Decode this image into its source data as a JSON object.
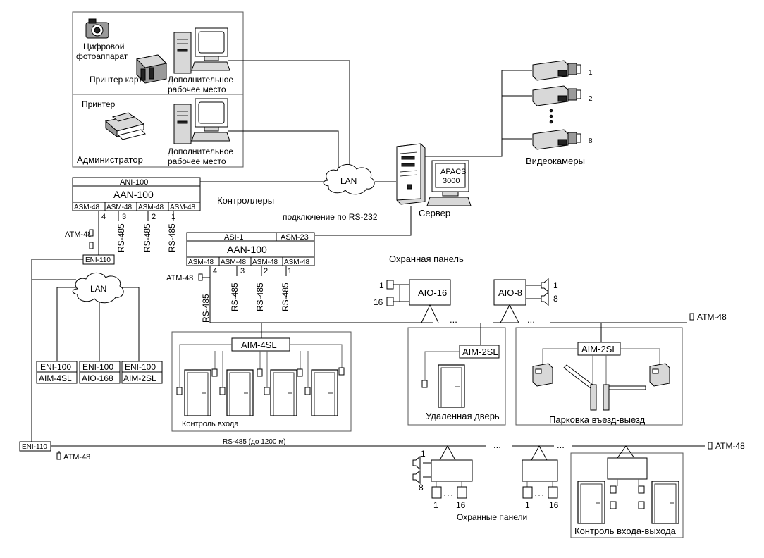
{
  "workstations": {
    "camera_label_1": "Цифровой",
    "camera_label_2": "фотоаппарат",
    "card_printer": "Принтер карт",
    "ws1_label_1": "Дополнительное",
    "ws1_label_2": "рабочее место",
    "printer": "Принтер",
    "admin": "Администратор",
    "ws2_label_1": "Дополнительное",
    "ws2_label_2": "рабочее место"
  },
  "network": {
    "lan": "LAN",
    "lan2": "LAN",
    "server": "Сервер",
    "apacs_1": "APACS",
    "apacs_2": "3000",
    "rs232": "подключение по RS-232",
    "controllers": "Контроллеры"
  },
  "cameras": {
    "label": "Видеокамеры",
    "n1": "1",
    "n2": "2",
    "n8": "8"
  },
  "controller1": {
    "ani": "ANI-100",
    "aan": "AAN-100",
    "asm": [
      "ASM-48",
      "ASM-48",
      "ASM-48",
      "ASM-48"
    ],
    "ports": [
      "4",
      "3",
      "2",
      "1"
    ],
    "rs485": [
      "RS-485",
      "RS-485",
      "RS-485"
    ],
    "atm": "ATM-48",
    "eni": "ENI-110"
  },
  "controller2": {
    "asi": "ASI-1",
    "asm23": "ASM-23",
    "aan": "AAN-100",
    "asm": [
      "ASM-48",
      "ASM-48",
      "ASM-48",
      "ASM-48"
    ],
    "ports": [
      "4",
      "3",
      "2",
      "1"
    ],
    "rs485": [
      "RS-485",
      "RS-485",
      "RS-485",
      "RS-485"
    ],
    "atm": "ATM-48"
  },
  "eni_modules": [
    {
      "top": "ENI-100",
      "bottom": "AIM-4SL"
    },
    {
      "top": "ENI-100",
      "bottom": "AIO-168"
    },
    {
      "top": "ENI-100",
      "bottom": "AIM-2SL"
    }
  ],
  "security_panel": {
    "title": "Охранная панель",
    "aio16": "AIO-16",
    "aio8": "AIO-8",
    "n1": "1",
    "n16": "16",
    "s1": "1",
    "s8": "8",
    "dots1": "...",
    "dots2": "...",
    "atm": "ATM-48"
  },
  "zones": {
    "aim4sl": "AIM-4SL",
    "entry_control": "Контроль входа",
    "aim2sl_a": "AIM-2SL",
    "remote_door": "Удаленная дверь",
    "aim2sl_b": "AIM-2SL",
    "parking": "Парковка въезд-выезд"
  },
  "bottom": {
    "eni110": "ENI-110",
    "atm_left": "ATM-48",
    "rs485": "RS-485  (до 1200 м)",
    "atm_right": "ATM-48",
    "dots_a": "...",
    "dots_b": "...",
    "panel1_n1": "1",
    "panel1_n8": "8",
    "panel1_r1": "1",
    "panel1_r16": "16",
    "panel2_r1": "1",
    "panel2_r16": "16",
    "panels_label": "Охранные панели",
    "entry_exit": "Контроль входа-выхода"
  }
}
